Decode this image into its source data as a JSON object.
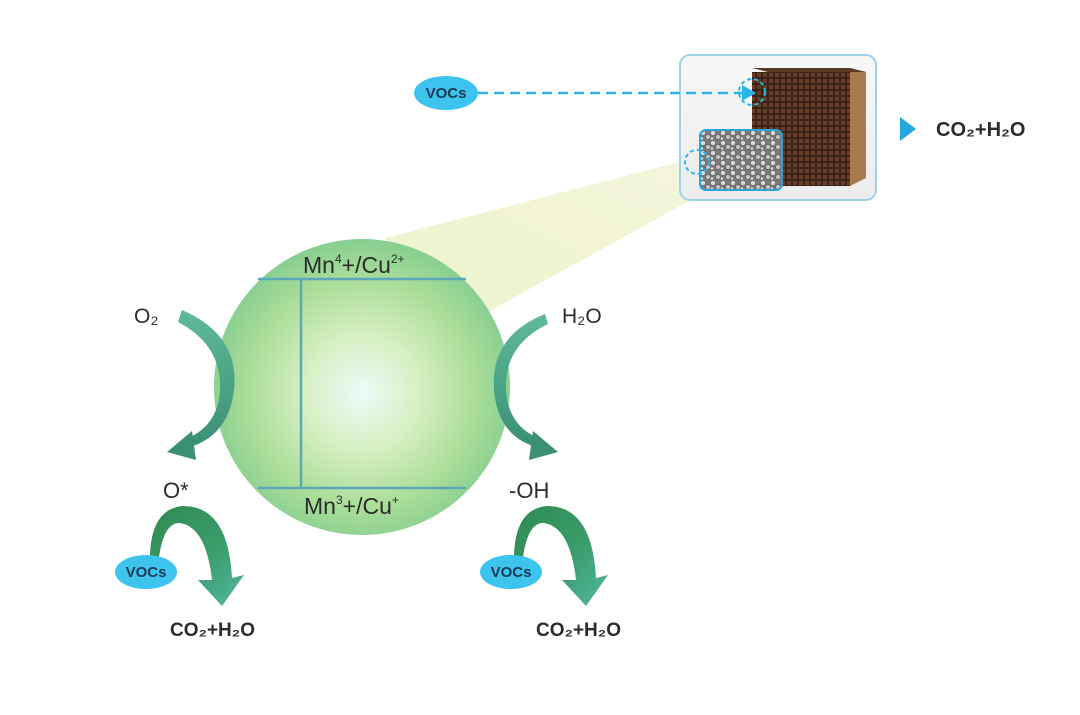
{
  "labels": {
    "voc_input": "VOCs",
    "output_top": "CO₂+H₂O",
    "o2": "O₂",
    "h2o": "H₂O",
    "o_star": "O*",
    "oh": "-OH",
    "voc_left": "VOCs",
    "voc_right": "VOCs",
    "product_left": "CO₂+H₂O",
    "product_right": "CO₂+H₂O"
  },
  "redox": {
    "top": {
      "ion1": "Mn",
      "ion1_sup": "4",
      "sep": "+/Cu",
      "ion2_sup": "2+"
    },
    "bottom": {
      "ion1": "Mn",
      "ion1_sup": "3",
      "sep": "+/Cu",
      "ion2_sup": "+"
    }
  },
  "colors": {
    "voc_pill": "#3cc3ee",
    "dashed_line": "#2bb5e8",
    "output_arrow": "#22a8dd",
    "circle_center": "#e8fbf5",
    "circle_mid": "#bfe3a2",
    "circle_edge": "#7fce8f",
    "curve_arrow": "#3f9a78",
    "big_arrow": "#2f8f5c",
    "frame_border": "#9cd2ea"
  }
}
